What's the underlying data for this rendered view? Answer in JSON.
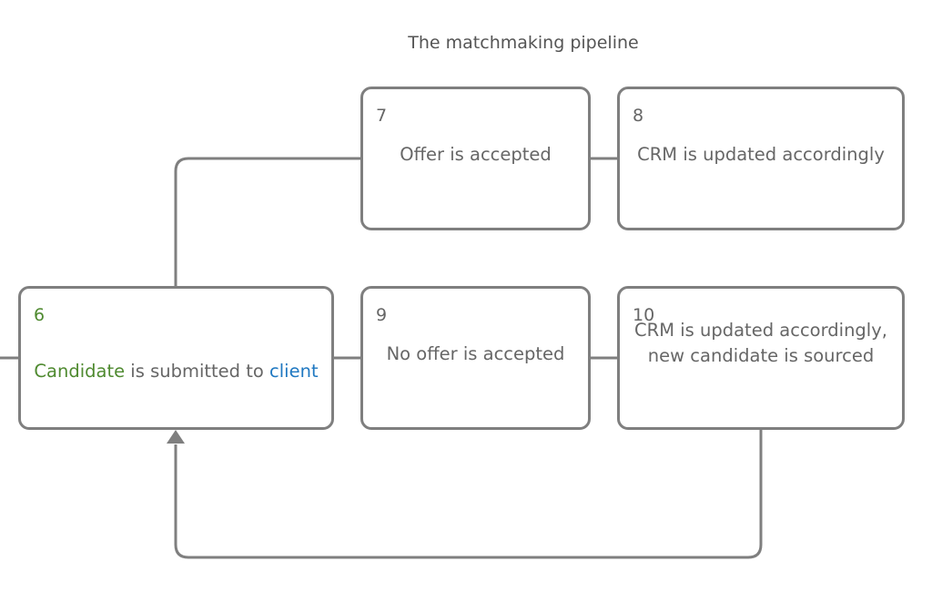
{
  "title": "The matchmaking pipeline",
  "colors": {
    "border": "#7f7f7f",
    "text": "#666666",
    "highlight_green": "#4f8a30",
    "highlight_blue": "#1f78c1"
  },
  "nodes": {
    "n6": {
      "number": "6",
      "parts": [
        "Candidate",
        " is submitted to ",
        "client"
      ]
    },
    "n7": {
      "number": "7",
      "text": "Offer is accepted"
    },
    "n8": {
      "number": "8",
      "text": "CRM is updated accordingly"
    },
    "n9": {
      "number": "9",
      "text": "No offer is accepted"
    },
    "n10": {
      "number": "10",
      "line1": "CRM is updated accordingly,",
      "line2": "new candidate is sourced"
    }
  }
}
